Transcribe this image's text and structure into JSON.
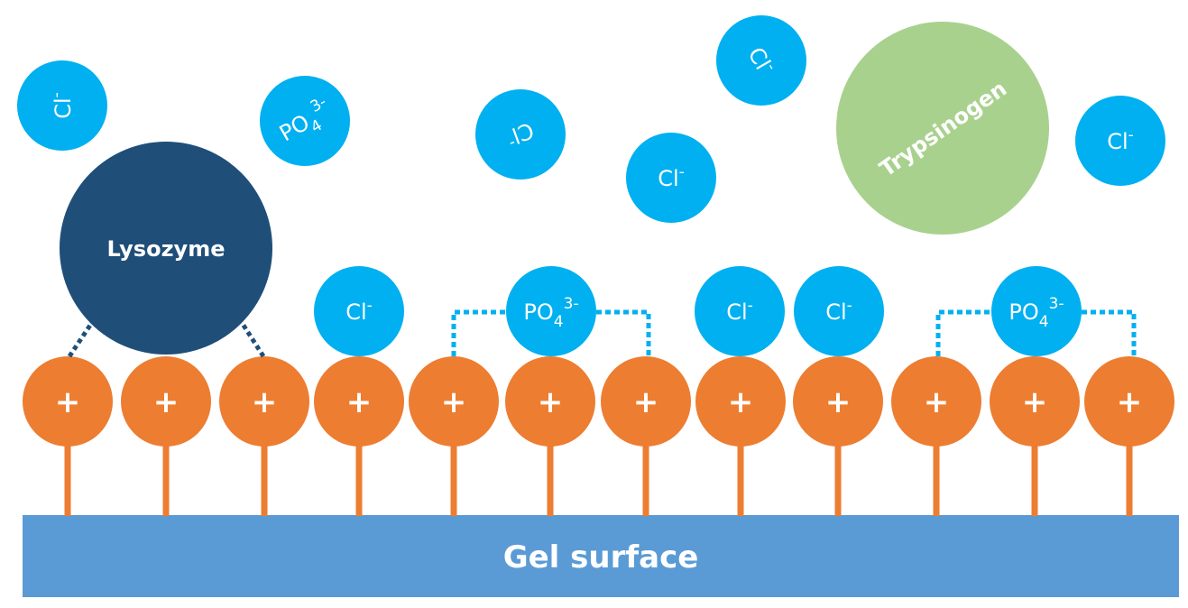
{
  "colors": {
    "ion": "#00b0f0",
    "ligand": "#ed7d31",
    "gel": "#5b9bd5",
    "lysozyme": "#1f4e79",
    "trypsinogen": "#a9d18e",
    "text": "#ffffff",
    "lysozyme_link": "#1f4e79",
    "phosphate_link": "#00b0f0"
  },
  "gel_surface": {
    "label": "Gel surface"
  },
  "ligands": {
    "count": 12,
    "charge_symbol": "+"
  },
  "proteins": [
    {
      "id": "lysozyme",
      "label": "Lysozyme",
      "bound": true
    },
    {
      "id": "trypsinogen",
      "label": "Trypsinogen",
      "bound": false
    }
  ],
  "free_ions": [
    {
      "formula": "Cl",
      "sub": "",
      "charge": "-"
    },
    {
      "formula": "PO",
      "sub": "4",
      "charge": "3-"
    },
    {
      "formula": "Cl",
      "sub": "",
      "charge": "-"
    },
    {
      "formula": "Cl",
      "sub": "",
      "charge": "-"
    },
    {
      "formula": "Cl",
      "sub": "",
      "charge": "-"
    },
    {
      "formula": "Cl",
      "sub": "",
      "charge": "-"
    }
  ],
  "bound_ions": [
    {
      "formula": "Cl",
      "sub": "",
      "charge": "-"
    },
    {
      "formula": "PO",
      "sub": "4",
      "charge": "3-"
    },
    {
      "formula": "Cl",
      "sub": "",
      "charge": "-"
    },
    {
      "formula": "Cl",
      "sub": "",
      "charge": "-"
    },
    {
      "formula": "PO",
      "sub": "4",
      "charge": "3-"
    }
  ]
}
